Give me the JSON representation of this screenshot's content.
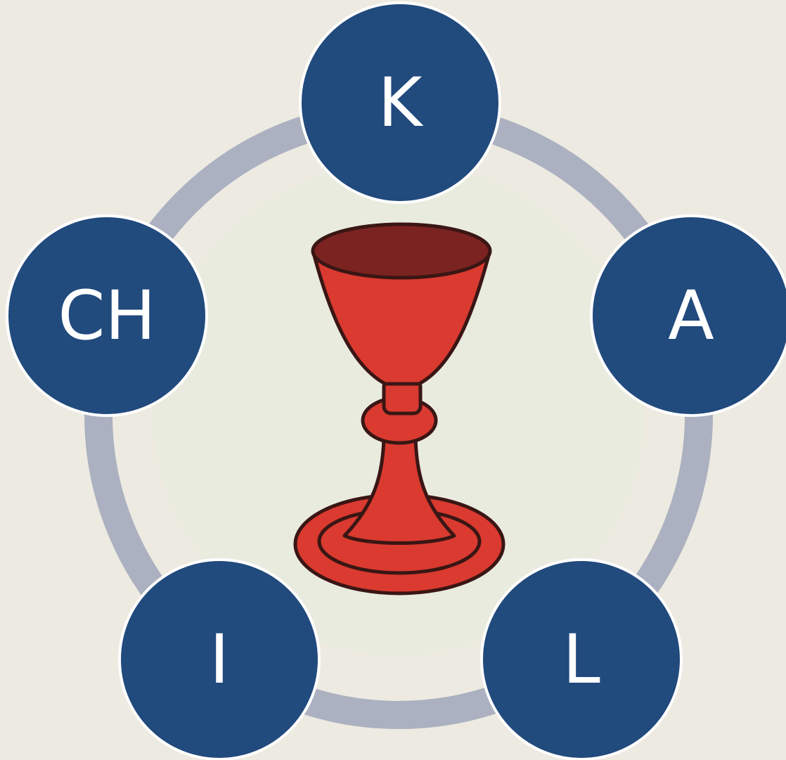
{
  "diagram": {
    "colors": {
      "background": "#EDEAE1",
      "inner_disc": "#E9EBDF",
      "ring": "#ABB1C0",
      "node_fill": "#214A7D",
      "node_border": "#FFFFFF",
      "label": "#FFFFFF",
      "chalice_body": "#DA3A2F",
      "chalice_rim": "#7B2321",
      "chalice_outline": "#3A1614"
    },
    "center_icon": "chalice-icon",
    "nodes": [
      {
        "id": "k",
        "label": "K"
      },
      {
        "id": "a",
        "label": "A"
      },
      {
        "id": "l",
        "label": "L"
      },
      {
        "id": "i",
        "label": "I"
      },
      {
        "id": "ch",
        "label": "CH"
      }
    ]
  }
}
